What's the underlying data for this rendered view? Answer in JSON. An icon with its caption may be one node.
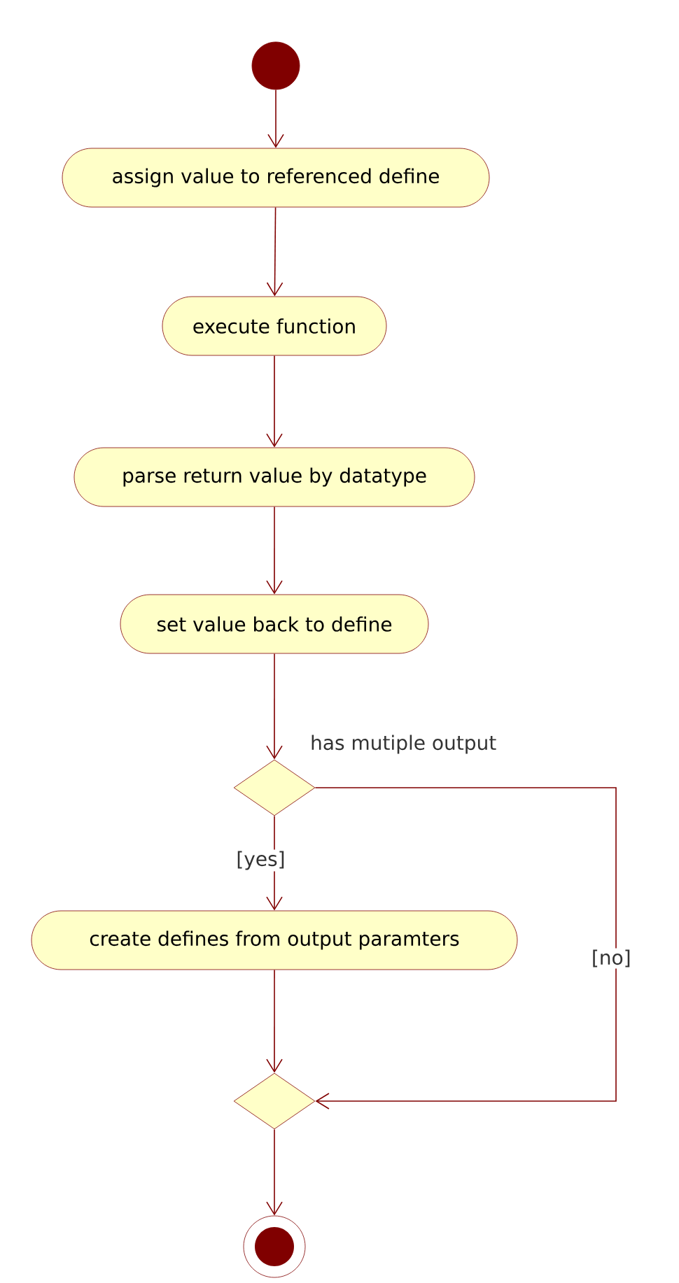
{
  "diagram": {
    "nodes": [
      {
        "text": [],
        "shape": "circle"
      },
      {
        "text": [
          "assign value to referenced define"
        ]
      },
      {
        "text": [
          "execute function"
        ]
      },
      {
        "text": [
          "parse return value by datatype"
        ]
      },
      {
        "text": [
          "set value back to define"
        ]
      },
      {
        "text": [],
        "shape": "diamond",
        "beside": [
          "has mutiple output"
        ]
      },
      {
        "text": [
          "create defines from output paramters"
        ]
      },
      {
        "text": [],
        "shape": "diamond"
      },
      {
        "text": [],
        "shape": "circle"
      }
    ],
    "edges": [
      {
        "from": 0,
        "to": 1,
        "arrow": "to"
      },
      {
        "from": 1,
        "to": 2,
        "arrow": "to"
      },
      {
        "from": 2,
        "to": 3,
        "arrow": "to"
      },
      {
        "from": 3,
        "to": 4,
        "arrow": "to"
      },
      {
        "from": 4,
        "to": 5,
        "arrow": "to"
      },
      {
        "from": 5,
        "to": 6,
        "arrow": "to",
        "label": "[yes]"
      },
      {
        "from": 6,
        "to": 7,
        "arrow": "to"
      },
      {
        "from": 5,
        "to": 7,
        "arrow": "to",
        "label": "[no]"
      },
      {
        "from": 7,
        "to": 8,
        "arrow": "to"
      }
    ]
  }
}
